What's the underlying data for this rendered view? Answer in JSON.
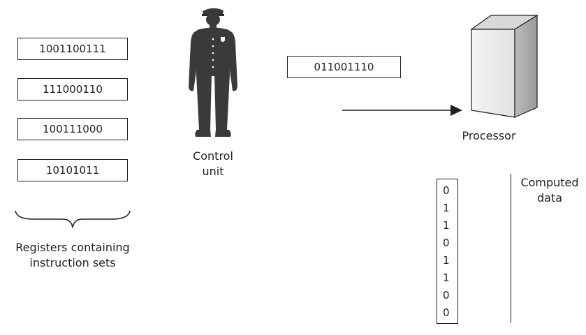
{
  "registers": [
    "1001100111",
    "111000110",
    "100111000",
    "10101011"
  ],
  "registers_caption": [
    "Registers containing",
    "instruction sets"
  ],
  "control_unit_label": [
    "Control",
    "unit"
  ],
  "moving_instruction": "011001110",
  "processor_label": "Processor",
  "computed_bits": [
    "0",
    "1",
    "1",
    "0",
    "1",
    "1",
    "0",
    "0"
  ],
  "computed_label": [
    "Computed",
    "data"
  ]
}
